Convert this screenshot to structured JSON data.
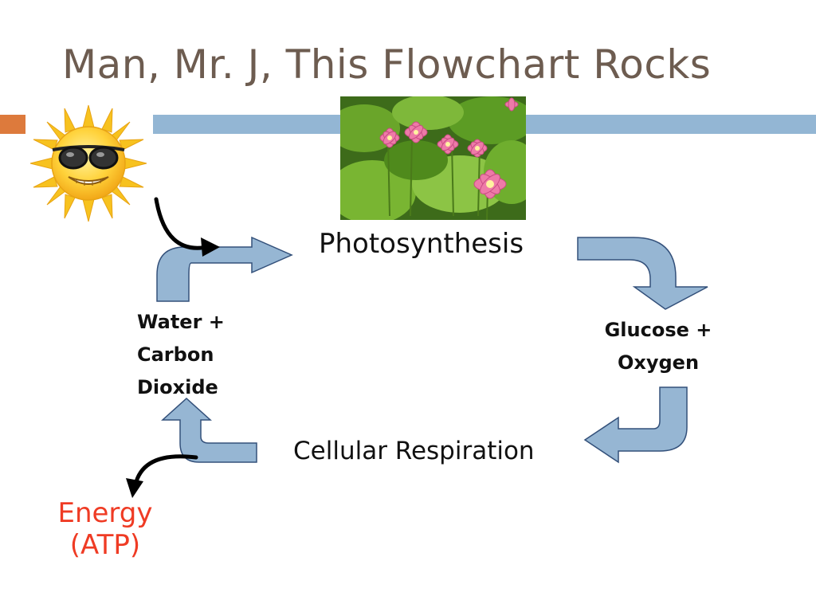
{
  "slide": {
    "title": "Man, Mr. J, This Flowchart Rocks"
  },
  "colors": {
    "title": "#6d5c50",
    "band_blue": "#93b6d4",
    "band_orange": "#dd7a3c",
    "arrow_fill": "#96b6d3",
    "arrow_stroke": "#33507a",
    "energy_text": "#ef3b24"
  },
  "images": {
    "sun": "sun-with-sunglasses",
    "flowers": "lotus-flowers-photo"
  },
  "diagram": {
    "photosynthesis": "Photosynthesis",
    "cellular_respiration": "Cellular Respiration",
    "inputs": {
      "line1": "Water +",
      "line2": "Carbon",
      "line3": "Dioxide"
    },
    "products": {
      "line1": "Glucose +",
      "line2": "Oxygen"
    },
    "energy": {
      "line1": "Energy",
      "line2": "(ATP)"
    }
  }
}
